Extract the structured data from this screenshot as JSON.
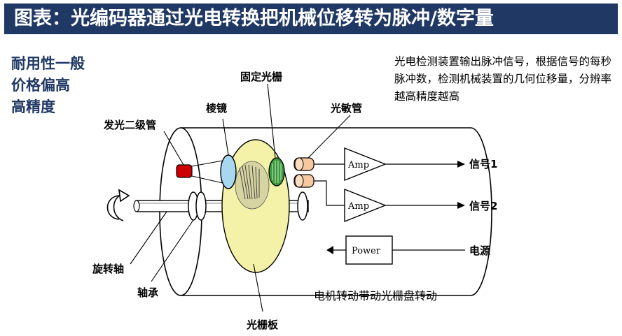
{
  "title": "图表：光编码器通过光电转换把机械位移转为脉冲/数字量",
  "side_note": [
    "耐用性一般",
    "价格偏高",
    "高精度"
  ],
  "description": "光电检测装置输出脉冲信号，根据信号的每秒脉冲数，检测机械装置的几何位移量，分辨率越高精度越高",
  "caption": "电机转动带动光栅盘转动",
  "labels": {
    "led": "发光二级管",
    "prism": "棱镜",
    "fixed_grating": "固定光栅",
    "photo_sensor": "光敏管",
    "rotating_shaft": "旋转轴",
    "bearing": "轴承",
    "grating_disk": "光栅板",
    "signal1": "信号1",
    "signal2": "信号2",
    "power_source": "电源"
  },
  "blocks": {
    "amp1": "Amp",
    "amp2": "Amp",
    "power": "Power"
  },
  "colors": {
    "banner": "#1f3864",
    "side_note_text": "#1f3864",
    "led": "#cc0000",
    "prism": "#a8d8f0",
    "fixed_grating": "#3a9a3a",
    "grating_disk": "#f4f2a8",
    "photo_sensor": "#f6c8a0"
  }
}
